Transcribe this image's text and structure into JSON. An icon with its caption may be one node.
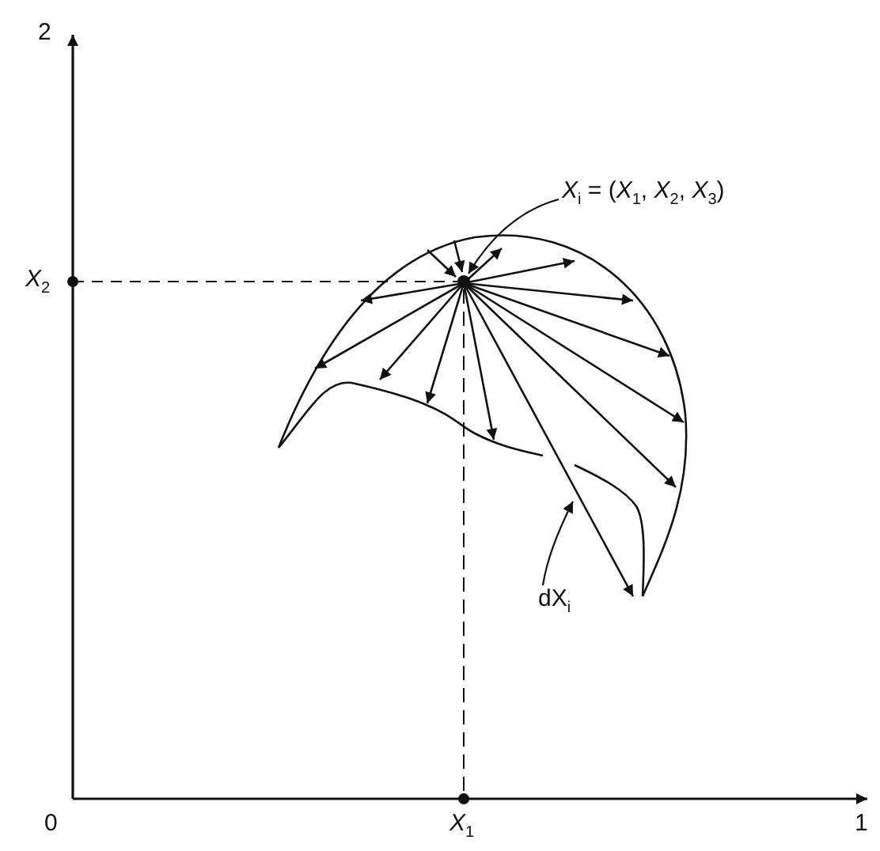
{
  "diagram": {
    "nodes": [
      {
        "text": [
          "*X*$_{i}$ = (*X*$_{1}$, *X*$_{2}$, *X*$_{3}$)"
        ]
      },
      {
        "text": [],
        "shape": "circle"
      },
      {
        "text": [
          "dX$_{i}$"
        ]
      }
    ],
    "edges": [
      {
        "from": 0,
        "to": 1,
        "arrow": "to"
      },
      {
        "from": 2,
        "to": null,
        "arrow": "to"
      }
    ],
    "labels": [
      "2",
      "*X*$_{2}$",
      "0",
      "*X*$_{1}$",
      "1"
    ]
  }
}
